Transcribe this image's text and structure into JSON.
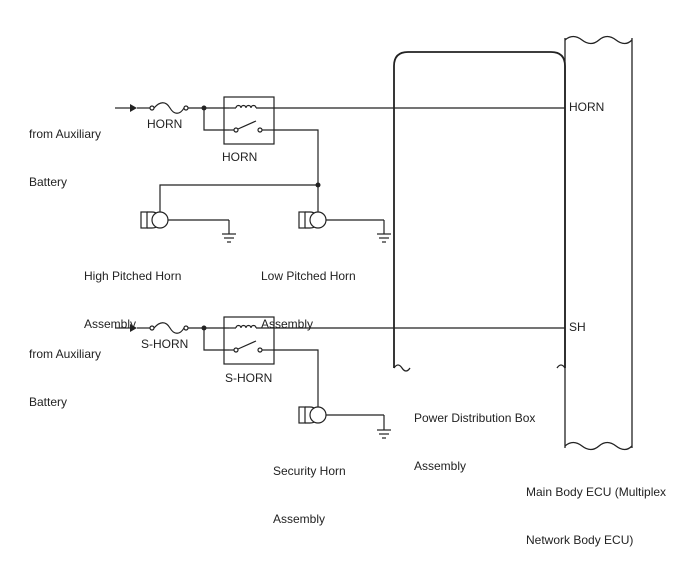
{
  "sources": {
    "top": {
      "line1": "from Auxiliary",
      "line2": "Battery"
    },
    "bottom": {
      "line1": "from Auxiliary",
      "line2": "Battery"
    }
  },
  "fuses": {
    "horn": "HORN",
    "s_horn": "S-HORN"
  },
  "relays": {
    "horn": "HORN",
    "s_horn": "S-HORN"
  },
  "horns": {
    "high": {
      "line1": "High Pitched Horn",
      "line2": "Assembly"
    },
    "low": {
      "line1": "Low Pitched Horn",
      "line2": "Assembly"
    },
    "security": {
      "line1": "Security Horn",
      "line2": "Assembly"
    }
  },
  "power_box": {
    "line1": "Power Distribution Box",
    "line2": "Assembly"
  },
  "ecu": {
    "line1": "Main Body ECU (Multiplex",
    "line2": "Network Body ECU)",
    "terminals": {
      "horn": "HORN",
      "sh": "SH"
    }
  },
  "colors": {
    "line": "#222222"
  }
}
